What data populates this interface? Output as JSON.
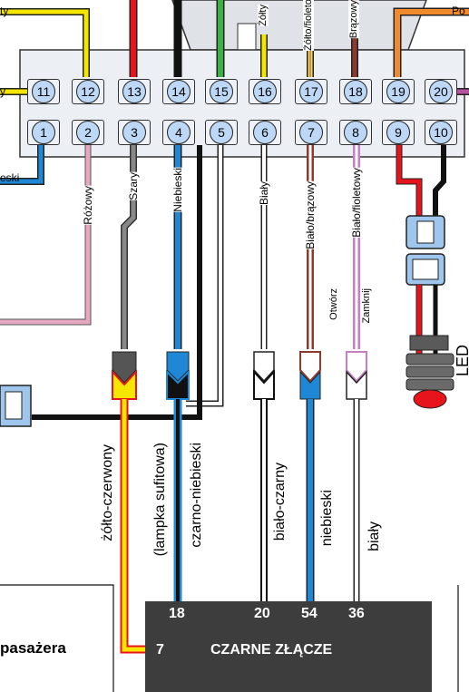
{
  "connector": {
    "top_row_pins": [
      "11",
      "12",
      "13",
      "14",
      "15",
      "16",
      "17",
      "18",
      "19",
      "20"
    ],
    "bottom_row_pins": [
      "1",
      "2",
      "3",
      "4",
      "5",
      "6",
      "7",
      "8",
      "9",
      "10"
    ]
  },
  "top_wire_labels": {
    "pin16": "Żółty",
    "pin17": "Żółto/fioletowy",
    "pin18": "Brązowy",
    "pin19": "Po"
  },
  "left_labels": {
    "top": "ty",
    "pin11": "y",
    "pin1": "eski"
  },
  "wire_labels": {
    "pin2": "Różowy",
    "pin3": "Szary",
    "pin4": "Niebieski",
    "pin6": "Biały",
    "pin7": "Biało/brązowy",
    "pin8": "Biało/fioletowy",
    "otworz": "Otwórz",
    "zamknij": "Zamknij",
    "led": "LED"
  },
  "harness_labels": {
    "yellow_red": "żółto-czerwony",
    "lamp": "(lampka sufitowa)",
    "black_blue": "czarno-niebieski",
    "white_black": "biało-czarny",
    "blue": "niebieski",
    "white": "biały"
  },
  "connector_block": {
    "title": "CZARNE ZŁĄCZE",
    "pins": [
      "18",
      "20",
      "54",
      "36"
    ],
    "pin7": "7"
  },
  "passenger_label": "pasażera",
  "colors": {
    "yellow": "#f5e600",
    "red": "#e8141b",
    "green": "#3cb043",
    "black": "#111111",
    "blue": "#1e88d6",
    "pink": "#e5a8c0",
    "gray": "#888888",
    "brown": "#8b3a2e",
    "violet": "#c77fc4",
    "orange": "#f08a2a",
    "block": "#3d3d3d"
  }
}
